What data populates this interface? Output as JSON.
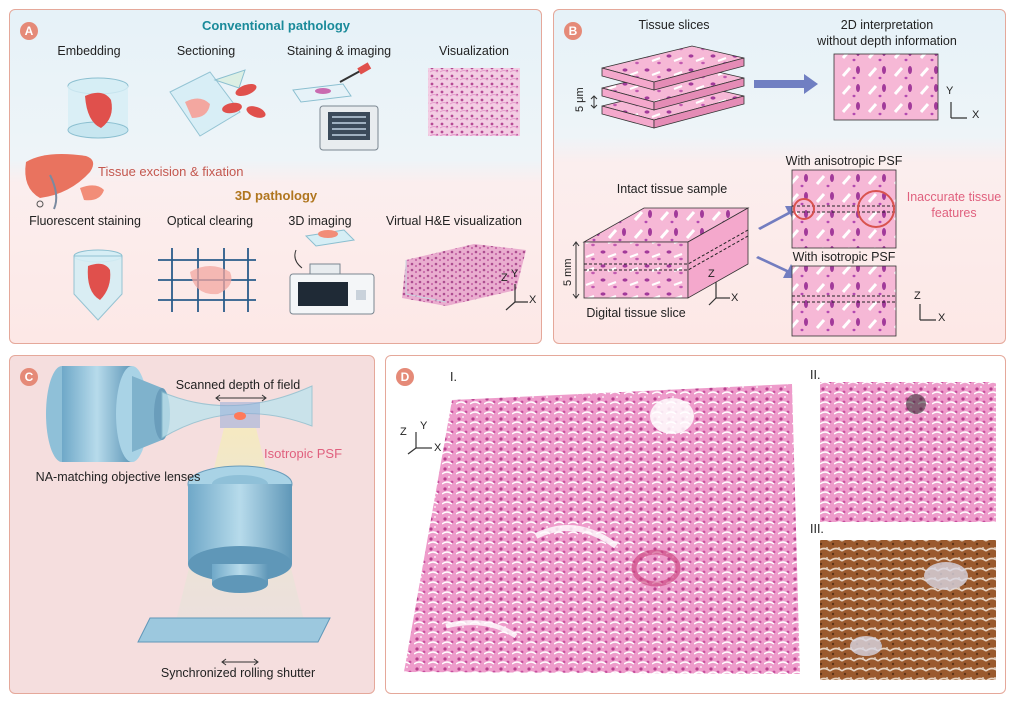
{
  "panelA": {
    "badge": "A",
    "conventional_title": "Conventional pathology",
    "steps_top": [
      "Embedding",
      "Sectioning",
      "Staining & imaging",
      "Visualization"
    ],
    "excision_label": "Tissue excision & fixation",
    "pathology3d_title": "3D pathology",
    "steps_bottom": [
      "Fluorescent staining",
      "Optical clearing",
      "3D imaging",
      "Virtual H&E visualization"
    ],
    "axes": [
      "Z",
      "Y",
      "X"
    ]
  },
  "panelB": {
    "badge": "B",
    "slices_label": "Tissue slices",
    "interp_line1": "2D interpretation",
    "interp_line2": "without depth information",
    "thickness_label": "5 μm",
    "axes_top": [
      "Y",
      "X"
    ],
    "intact_label": "Intact tissue sample",
    "depth_label": "5 mm",
    "digital_slice_label": "Digital tissue slice",
    "axes_mid": [
      "Z",
      "X"
    ],
    "aniso_label": "With anisotropic PSF",
    "inaccurate_line1": "Inaccurate tissue",
    "inaccurate_line2": "features",
    "iso_label": "With isotropic PSF",
    "axes_bottom": [
      "Z",
      "X"
    ]
  },
  "panelC": {
    "badge": "C",
    "depth_field_label": "Scanned depth of field",
    "psf_label": "Isotropic PSF",
    "lenses_label": "NA-matching objective lenses",
    "shutter_label": "Synchronized rolling shutter"
  },
  "panelD": {
    "badge": "D",
    "label_1": "I.",
    "label_2": "II.",
    "label_3": "III.",
    "axes": [
      "Z",
      "Y",
      "X"
    ]
  },
  "colors": {
    "border": "#e5a89a",
    "badge": "#e58a78",
    "teal_title": "#1a8a9a",
    "brown_title": "#b0761e",
    "tissue_pink": "#f4b6d2",
    "he_pink": "#d86aa8",
    "ihc_brown": "#8a4b22"
  }
}
